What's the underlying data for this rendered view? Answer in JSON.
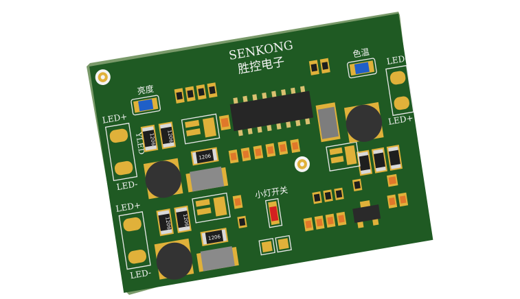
{
  "board": {
    "brand_en": "SENKONG",
    "brand_cn": "胜控电子",
    "label_brightness": "亮度",
    "label_color_temp": "色温",
    "label_yled": "YLED",
    "label_small_light_switch": "小灯开关",
    "led_plus": "LED+",
    "led_minus": "LED-",
    "resistor_marking": "1206",
    "colors": {
      "pcb": "#1f5a23",
      "pad": "#e0b13a",
      "silk": "#f2f2f2",
      "button": "#1f5fc8",
      "switch": "#d42020"
    }
  }
}
